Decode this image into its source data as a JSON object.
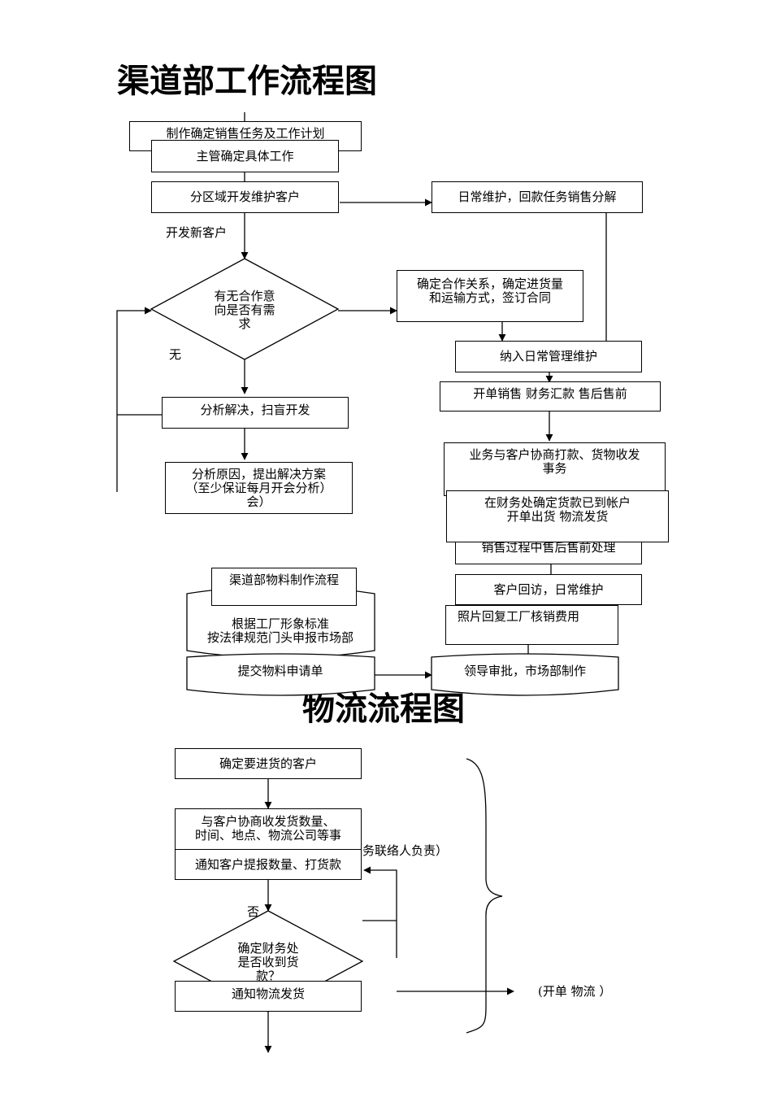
{
  "channel": {
    "title": "渠道部工作流程图",
    "plan": "制作确定销售任务及工作计划",
    "supervisor": "主管确定具体工作",
    "district": "分区域开发维护客户",
    "daily": "日常维护，回款任务销售分解",
    "new_customer_label": "开发新客户",
    "decision": "有无合作意\n向是否有需\n求",
    "no_label": "无",
    "confirm_coop": "确定合作关系，确定进货量\n和运输方式，签订合同",
    "analyze": "分析解决，扫盲开发",
    "reason": "分析原因，提出解决方案\n（至少保证每月开会分析）\n会）",
    "daily_mgmt": "纳入日常管理维护",
    "billing": "开单销售 财务汇款 售后售前",
    "negotiate": "业务与客户协商打款、货物收发\n事务",
    "finance_confirm": "在财务处确定货款已到帐户\n开单出货 物流发货",
    "after_sales": "销售过程中售后售前处理",
    "revisit": "客户回访，日常维护",
    "photo": "照片回复工厂核销费用"
  },
  "material": {
    "title": "渠道部物料制作流程",
    "standard": "根据工厂形象标准\n按法律规范门头申报市场部",
    "submit": "提交物料申请单",
    "approve": "领导审批，市场部制作"
  },
  "logistics": {
    "title": "物流流程图",
    "confirm_customer": "确定要进货的客户",
    "negotiate": "与客户协商收发货数量、\n时间、地点、物流公司等事",
    "contact_note": "务联络人负责）",
    "notify": "通知客户提报数量、打货款",
    "no_label": "否",
    "decision": "确定财务处\n是否收到货\n款？",
    "ship": "通知物流发货",
    "side_note": "(开单 物流 ）"
  }
}
